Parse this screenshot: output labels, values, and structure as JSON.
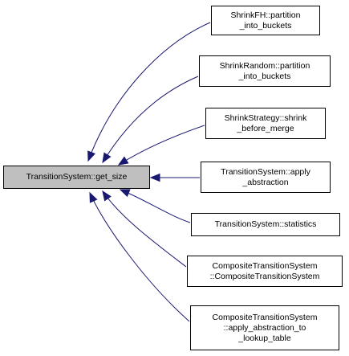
{
  "graph": {
    "root": {
      "id": "root",
      "lines": [
        "TransitionSystem::get_size"
      ]
    },
    "callers": [
      {
        "id": "c1",
        "lines": [
          "ShrinkFH::partition",
          "_into_buckets"
        ]
      },
      {
        "id": "c2",
        "lines": [
          "ShrinkRandom::partition",
          "_into_buckets"
        ]
      },
      {
        "id": "c3",
        "lines": [
          "ShrinkStrategy::shrink",
          "_before_merge"
        ]
      },
      {
        "id": "c4",
        "lines": [
          "TransitionSystem::apply",
          "_abstraction"
        ]
      },
      {
        "id": "c5",
        "lines": [
          "TransitionSystem::statistics"
        ]
      },
      {
        "id": "c6",
        "lines": [
          "CompositeTransitionSystem",
          "::CompositeTransitionSystem"
        ]
      },
      {
        "id": "c7",
        "lines": [
          "CompositeTransitionSystem",
          "::apply_abstraction_to",
          "_lookup_table"
        ]
      }
    ],
    "edge_color": "#191970"
  }
}
